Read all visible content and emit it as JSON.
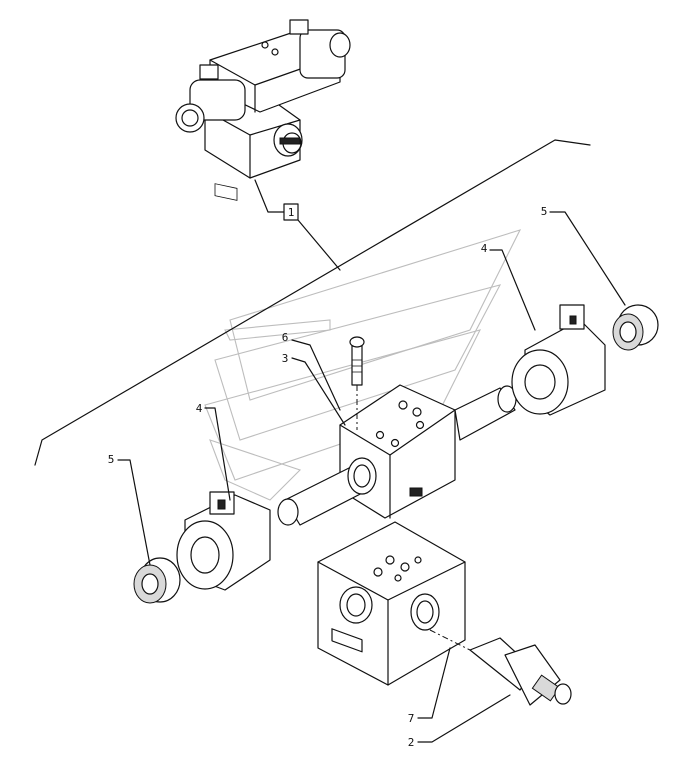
{
  "callouts": {
    "c1": "1",
    "c2": "2",
    "c3": "3",
    "c4a": "4",
    "c4b": "4",
    "c5a": "5",
    "c5b": "5",
    "c6": "6",
    "c7": "7"
  },
  "colors": {
    "line": "#111111",
    "background": "#ffffff",
    "watermark": "#bdbdbd"
  }
}
